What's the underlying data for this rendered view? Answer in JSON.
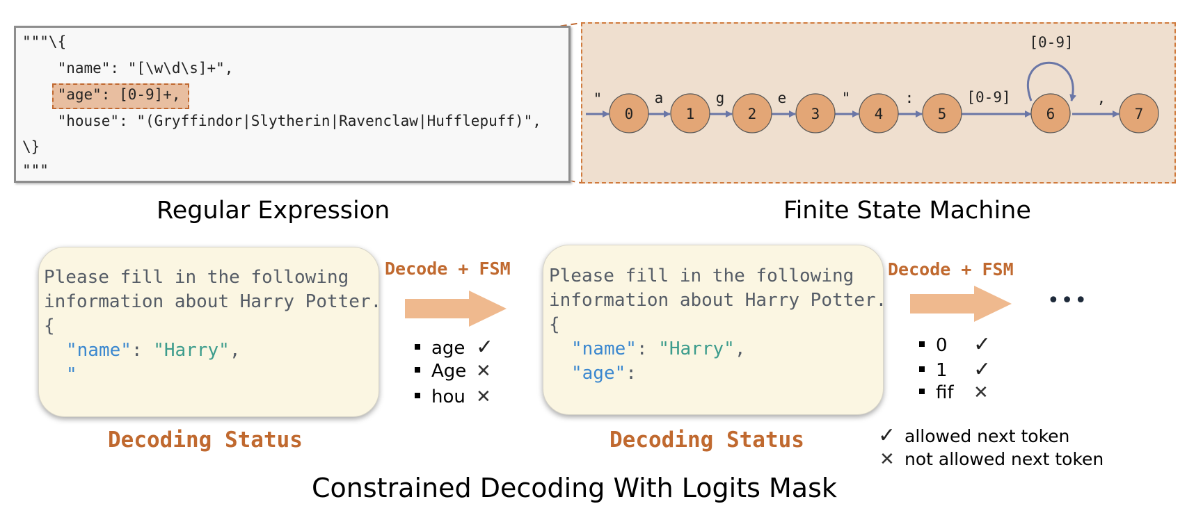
{
  "regex": {
    "lines": [
      "\"\"\"\\{",
      "    \"name\": \"[\\w\\d\\s]+\",",
      "    \"age\": [0-9]+,",
      "    \"house\": \"(Gryffindor|Slytherin|Ravenclaw|Hufflepuff)\",",
      "\\}",
      "\"\"\""
    ],
    "caption": "Regular Expression"
  },
  "fsm": {
    "caption": "Finite State Machine",
    "states": [
      "0",
      "1",
      "2",
      "3",
      "4",
      "5",
      "6",
      "7"
    ],
    "start_label": "\"",
    "edge_labels": [
      "a",
      "g",
      "e",
      "\"",
      ":",
      "[0-9]",
      ","
    ],
    "loop_label": "[0-9]"
  },
  "decoding": {
    "box1_lines": [
      "Please fill in the following",
      "information about Harry Potter.",
      "{"
    ],
    "box1_name_key": "\"name\"",
    "box1_name_sep": ": ",
    "box1_name_val": "\"Harry\"",
    "box1_name_comma": ",",
    "box1_partial": "\"",
    "box2_lines": [
      "Please fill in the following",
      "information about Harry Potter.",
      "{"
    ],
    "box2_name_key": "\"name\"",
    "box2_name_sep": ": ",
    "box2_name_val": "\"Harry\"",
    "box2_name_comma": ",",
    "box2_age_key": "\"age\"",
    "box2_age_sep": ":",
    "status_label": "Decoding Status",
    "arrow_label": "Decode + FSM",
    "ellipsis": "•••",
    "tokens1": [
      {
        "text": "age",
        "mark": "✓"
      },
      {
        "text": "Age",
        "mark": "✕"
      },
      {
        "text": "hou",
        "mark": "✕"
      }
    ],
    "tokens2": [
      {
        "text": "0",
        "mark": "✓"
      },
      {
        "text": "1",
        "mark": "✓"
      },
      {
        "text": "fif",
        "mark": "✕"
      }
    ],
    "legend": [
      {
        "mark": "✓",
        "text": "allowed next token"
      },
      {
        "mark": "✕",
        "text": "not allowed next token"
      }
    ]
  },
  "main_caption": "Constrained Decoding With Logits Mask",
  "colors": {
    "state_fill": "#e3a676",
    "edge": "#6a76a6",
    "accent": "#c0692f",
    "arrow": "#efb98e"
  }
}
